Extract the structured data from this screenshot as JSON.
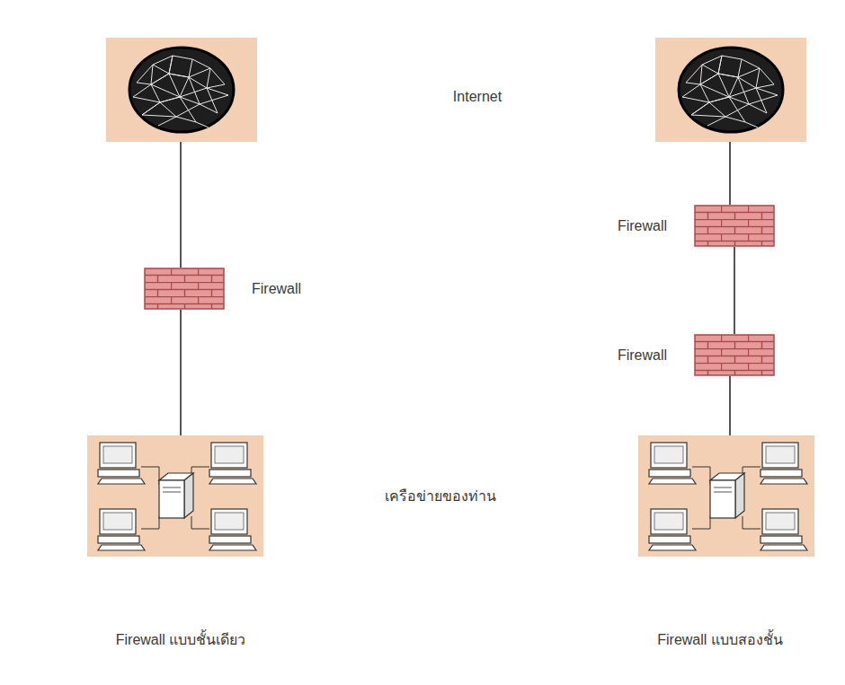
{
  "diagram": {
    "nodes": [
      {
        "text": [
          "Firewall"
        ]
      },
      {
        "text": [
          "Firewall"
        ]
      },
      {
        "text": [
          "Firewall"
        ]
      }
    ],
    "edges": [
      {
        "from": 1,
        "to": 2,
        "arrow": "none"
      }
    ],
    "labels": [
      "Internet",
      "เครือข่ายของท่าน",
      "Firewall แบบชั้นเดียว",
      "Firewall แบบสองชั้น"
    ]
  }
}
